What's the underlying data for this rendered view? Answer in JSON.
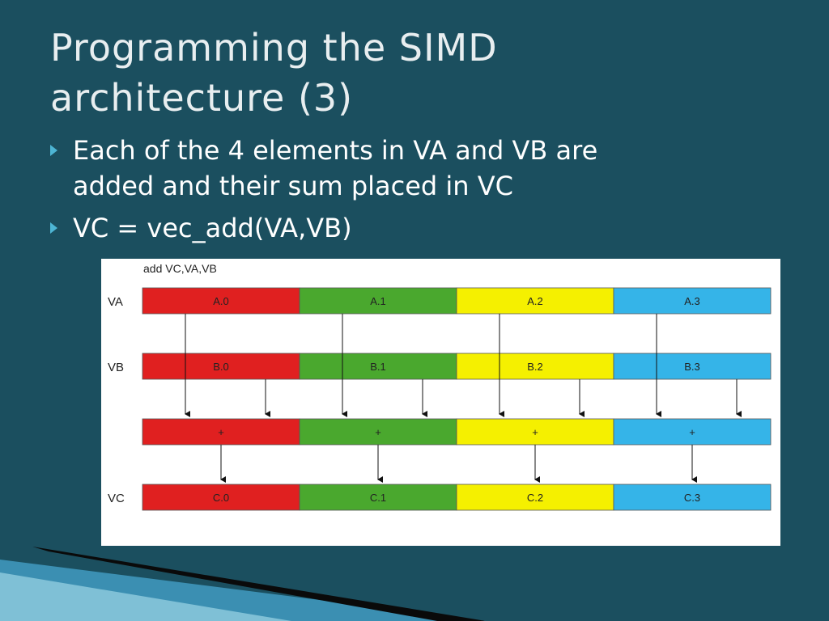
{
  "slide": {
    "title_lines": [
      "Programming the SIMD",
      "architecture (3)"
    ],
    "bullets": [
      {
        "lines": [
          "Each of the 4 elements in VA and VB are",
          "added and their sum placed in VC"
        ]
      },
      {
        "lines": [
          "VC = vec_add(VA,VB)"
        ]
      }
    ]
  },
  "diagram": {
    "caption": "add VC,VA,VB",
    "rows": [
      {
        "label": "VA",
        "cells": [
          "A.0",
          "A.1",
          "A.2",
          "A.3"
        ]
      },
      {
        "label": "VB",
        "cells": [
          "B.0",
          "B.1",
          "B.2",
          "B.3"
        ]
      },
      {
        "label": "",
        "cells": [
          "+",
          "+",
          "+",
          "+"
        ]
      },
      {
        "label": "VC",
        "cells": [
          "C.0",
          "C.1",
          "C.2",
          "C.3"
        ]
      }
    ],
    "lane_colors": [
      "#e02020",
      "#4aa82e",
      "#f5f000",
      "#35b4e8"
    ]
  },
  "theme": {
    "background": "#1b4f5f",
    "bullet_color": "#4db5d4"
  }
}
